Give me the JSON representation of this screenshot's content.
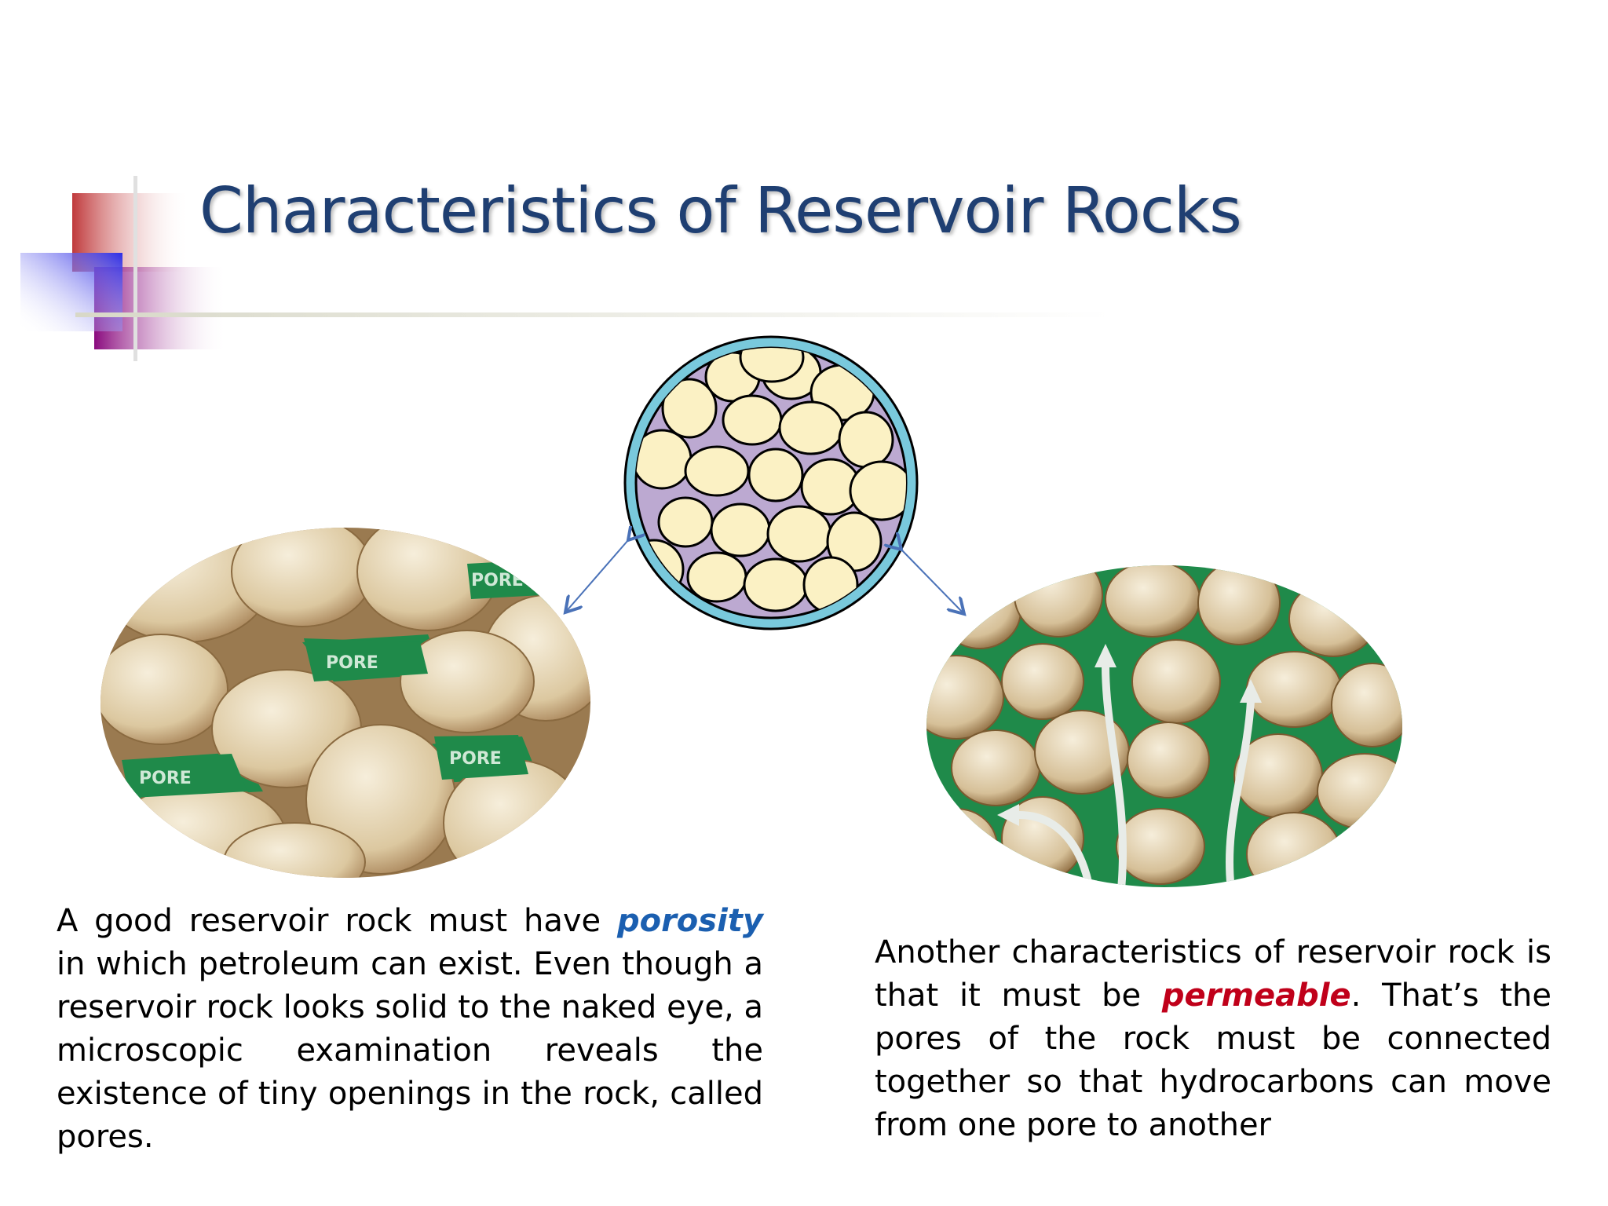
{
  "slide": {
    "title": "Characteristics of Reservoir Rocks",
    "left_text": {
      "before": "A good reservoir rock must have ",
      "keyword": "porosity",
      "after": " in which petroleum can exist. Even though a reservoir rock looks solid to the naked eye, a microscopic examination reveals the existence of tiny openings in the rock, called pores."
    },
    "right_text": {
      "before": "Another characteristics of reservoir rock is that it must be ",
      "keyword": "permeable",
      "after": ". That’s the pores of the rock must be  connected together so that hydrocarbons can move from one pore to another"
    },
    "pore_labels": [
      "PORE",
      "PORE",
      "PORE",
      "PORE"
    ],
    "colors": {
      "title": "#1f3f72",
      "porosity_keyword": "#1b5fb0",
      "permeable_keyword": "#c0001a",
      "pore_fill": "#1f8a4a",
      "grain_fill": "#e6d6b4",
      "circle_ring": "#79c9dc",
      "circle_pore": "#bca9d1",
      "circle_grain": "#fbf1c4",
      "deco_red": "#c0393b",
      "deco_purple": "#8a0a7e",
      "deco_blue": "#3a3ae8"
    }
  }
}
